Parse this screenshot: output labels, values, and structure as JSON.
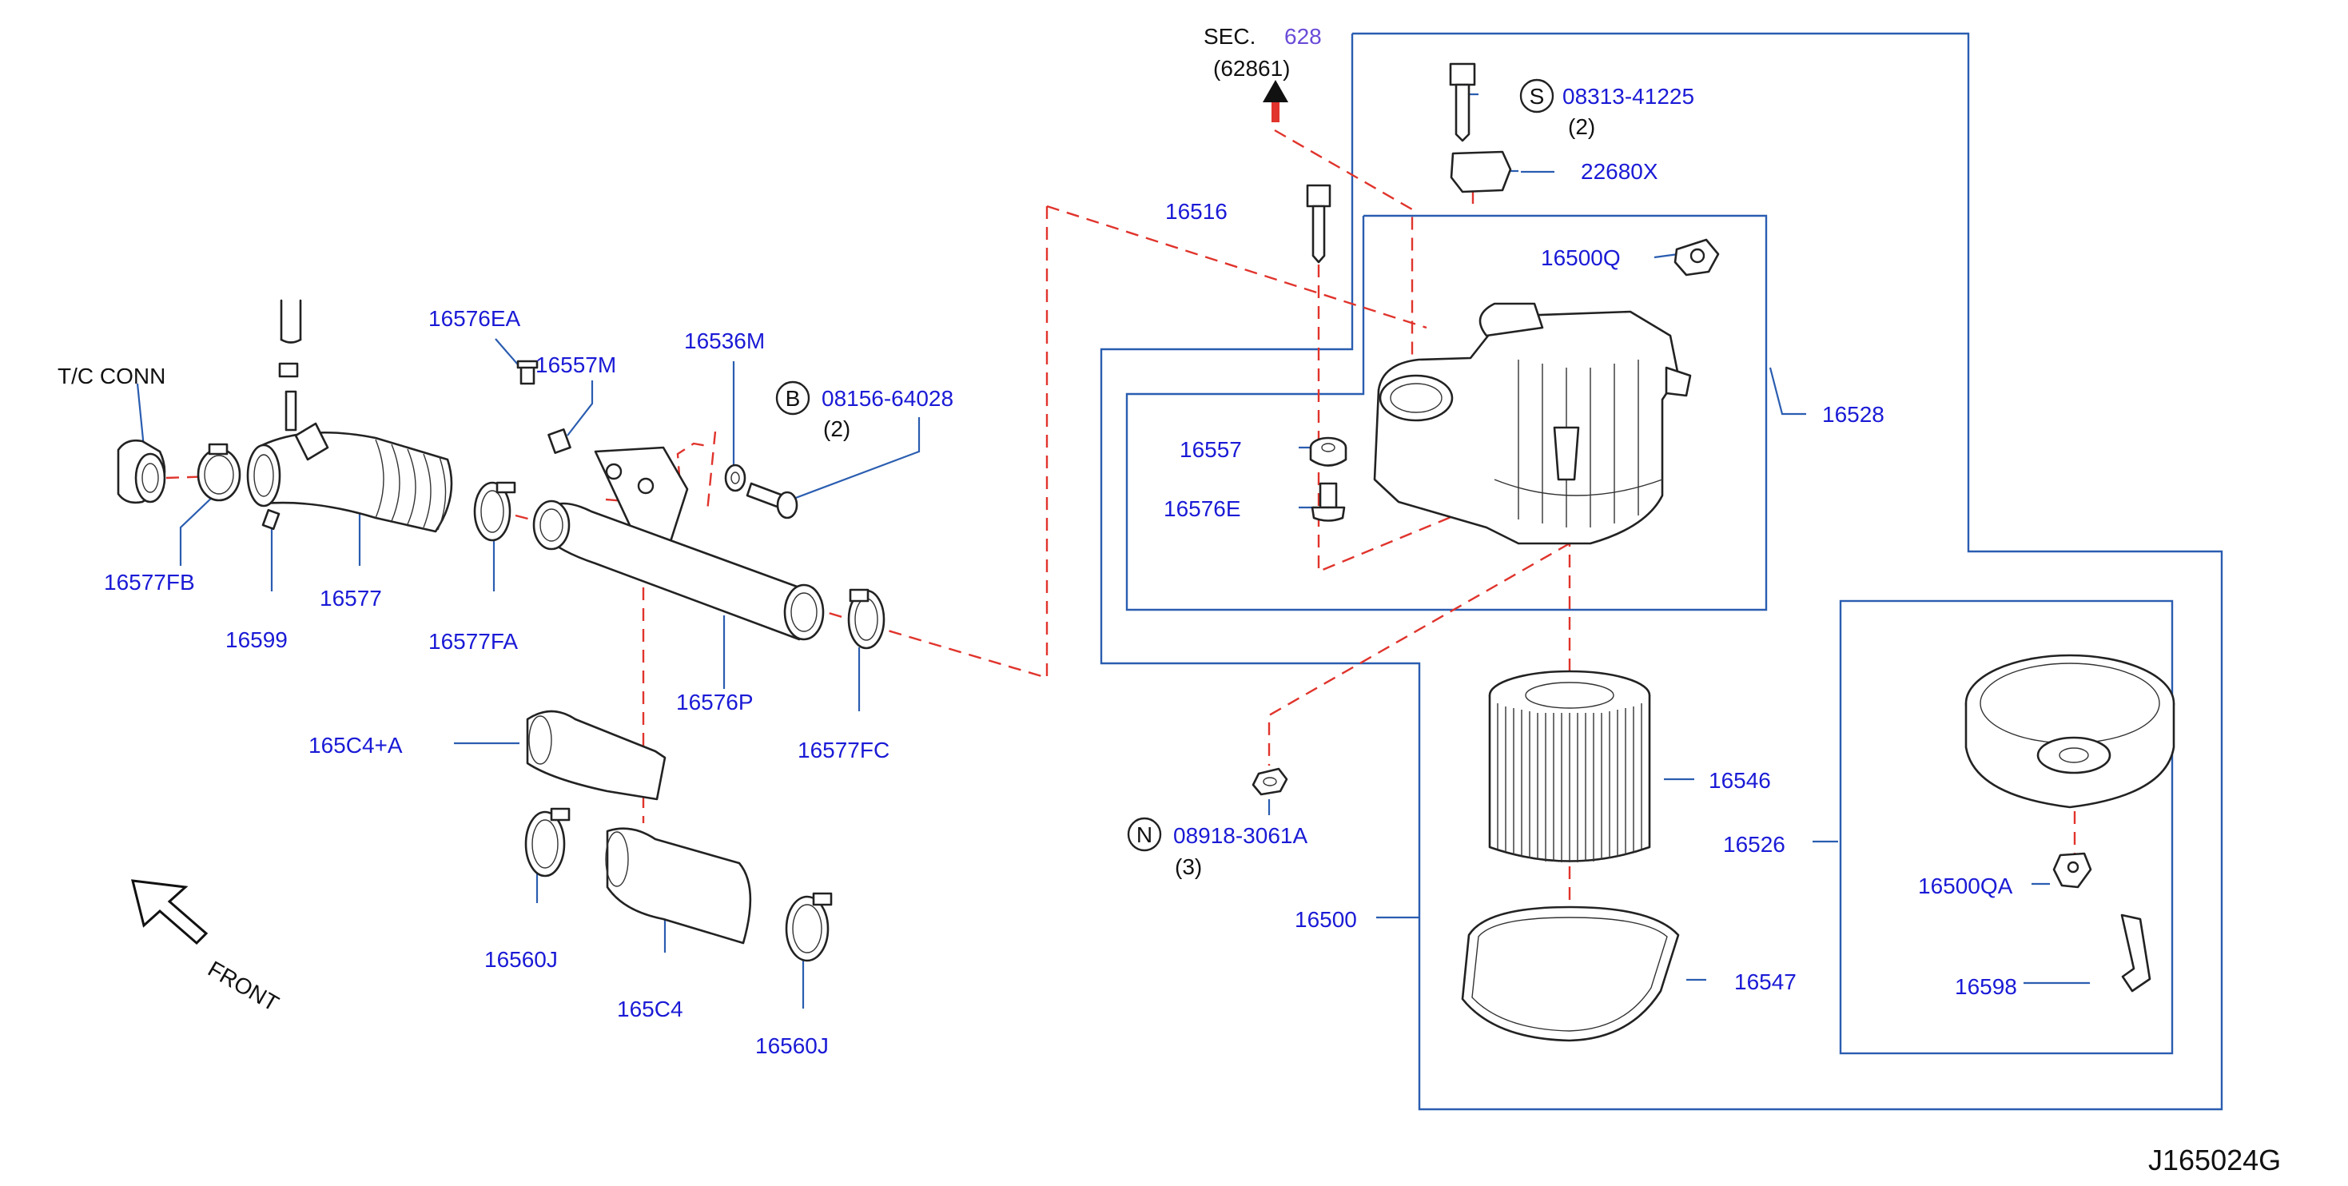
{
  "diagram_id": "J165024G",
  "sec_ref": {
    "sec": "SEC.",
    "num": "628",
    "sub": "(62861)"
  },
  "tc_conn": "T/C   CONN",
  "front": "FRONT",
  "symbols": {
    "b": "B",
    "s": "S",
    "n": "N"
  },
  "labels": {
    "p16577FB": "16577FB",
    "p16599": "16599",
    "p16577": "16577",
    "p16577FA": "16577FA",
    "p16576EA": "16576EA",
    "p16557M": "16557M",
    "p16536M": "16536M",
    "p08156": "08156-64028",
    "p08156_qty": "(2)",
    "p16576P": "16576P",
    "p16577FC": "16577FC",
    "p165C4A": "165C4+A",
    "p16560J_a": "16560J",
    "p165C4": "165C4",
    "p16560J_b": "16560J",
    "p16516": "16516",
    "p08313": "08313-41225",
    "p08313_qty": "(2)",
    "p22680X": "22680X",
    "p16500Q": "16500Q",
    "p16528": "16528",
    "p16557": "16557",
    "p16576E": "16576E",
    "p08918": "08918-3061A",
    "p08918_qty": "(3)",
    "p16546": "16546",
    "p16500": "16500",
    "p16547": "16547",
    "p16526": "16526",
    "p16500QA": "16500QA",
    "p16598": "16598"
  }
}
